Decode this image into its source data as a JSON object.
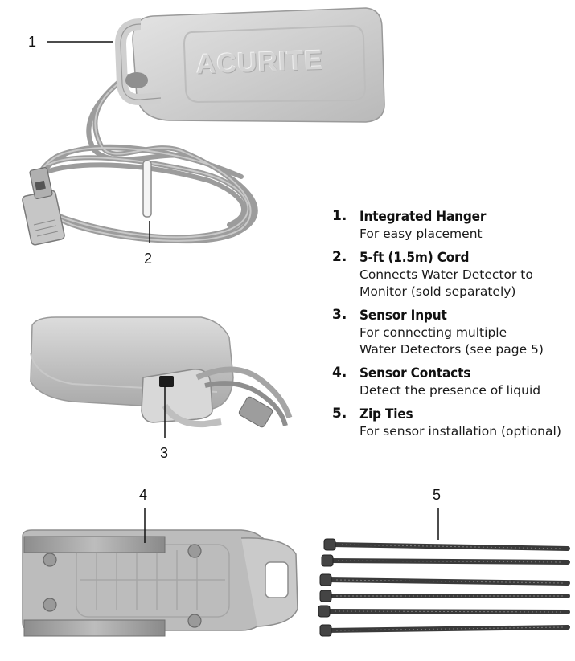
{
  "callouts": {
    "c1": "1",
    "c2": "2",
    "c3": "3",
    "c4": "4",
    "c5": "5"
  },
  "logo_text": "ACURITE",
  "features": [
    {
      "number": "1.",
      "title": "Integrated Hanger",
      "lines": [
        "For easy placement"
      ]
    },
    {
      "number": "2.",
      "title": "5-ft (1.5m) Cord",
      "lines": [
        "Connects Water Detector to",
        "Monitor (sold separately)"
      ]
    },
    {
      "number": "3.",
      "title": "Sensor Input",
      "lines": [
        "For connecting multiple",
        "Water Detectors (see page 5)"
      ]
    },
    {
      "number": "4.",
      "title": "Sensor Contacts",
      "lines": [
        "Detect the presence of liquid"
      ]
    },
    {
      "number": "5.",
      "title": "Zip Ties",
      "lines": [
        "For sensor installation (optional)"
      ]
    }
  ]
}
